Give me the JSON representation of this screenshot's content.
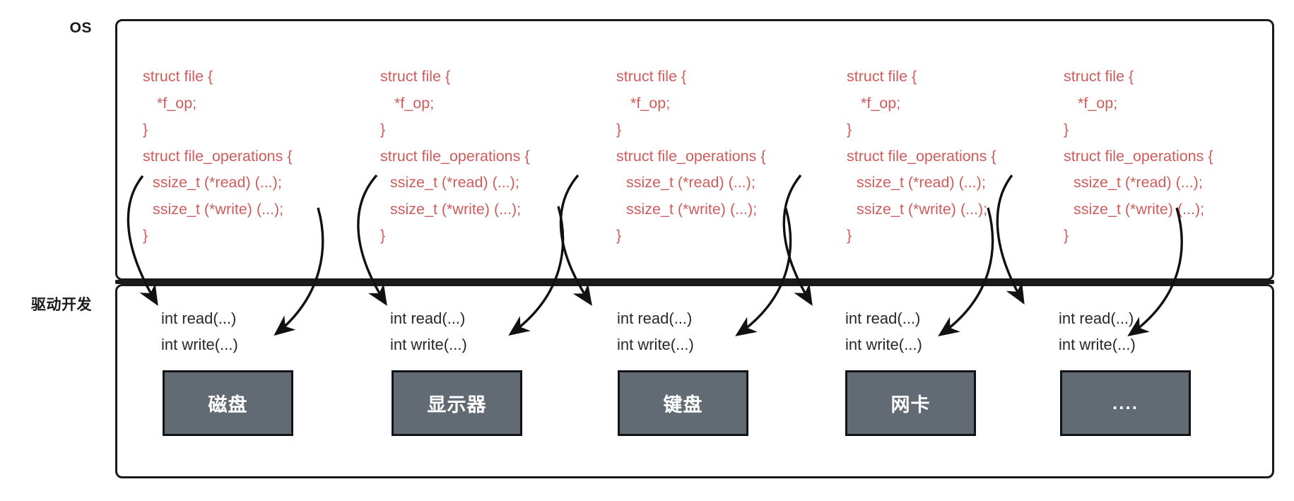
{
  "labels": {
    "os": "OS",
    "driver": "驱动开发"
  },
  "colors": {
    "code_red": "#cf5c5c",
    "device_fill": "#626a74",
    "border": "#1a1a1a",
    "driver_text": "#25282b",
    "background": "#ffffff"
  },
  "code_block": {
    "line1": "struct file {",
    "line2": "*f_op;",
    "line3": "}",
    "line4": "struct file_operations {",
    "line5": "ssize_t (*read) (...);",
    "line6": "ssize_t (*write) (...);",
    "line7": "}"
  },
  "driver_block": {
    "read": "int  read(...)",
    "write": "int  write(...)"
  },
  "columns": [
    {
      "index": 0,
      "device": "磁盘",
      "code": {
        "line1": "struct file {",
        "line2": "*f_op;",
        "line3": "}",
        "line4": "struct file_operations {",
        "line5": "ssize_t (*read) (...);",
        "line6": "ssize_t (*write) (...);",
        "line7": "}"
      },
      "driver": {
        "read": "int  read(...)",
        "write": "int  write(...)"
      }
    },
    {
      "index": 1,
      "device": "显示器",
      "code": {
        "line1": "struct file {",
        "line2": "*f_op;",
        "line3": "}",
        "line4": "struct file_operations {",
        "line5": "ssize_t (*read) (...);",
        "line6": "ssize_t (*write) (...);",
        "line7": "}"
      },
      "driver": {
        "read": "int  read(...)",
        "write": "int  write(...)"
      }
    },
    {
      "index": 2,
      "device": "键盘",
      "code": {
        "line1": "struct file {",
        "line2": "*f_op;",
        "line3": "}",
        "line4": "struct file_operations {",
        "line5": "ssize_t (*read) (...);",
        "line6": "ssize_t (*write) (...);",
        "line7": "}"
      },
      "driver": {
        "read": "int  read(...)",
        "write": "int  write(...)"
      }
    },
    {
      "index": 3,
      "device": "网卡",
      "code": {
        "line1": "struct file {",
        "line2": "*f_op;",
        "line3": "}",
        "line4": "struct file_operations {",
        "line5": "ssize_t (*read) (...);",
        "line6": "ssize_t (*write) (...);",
        "line7": "}"
      },
      "driver": {
        "read": "int  read(...)",
        "write": "int  write(...)"
      }
    },
    {
      "index": 4,
      "device": "....",
      "code": {
        "line1": "struct file {",
        "line2": "*f_op;",
        "line3": "}",
        "line4": "struct file_operations {",
        "line5": "ssize_t (*read) (...);",
        "line6": "ssize_t (*write) (...);",
        "line7": "}"
      },
      "driver": {
        "read": "int  read(...)",
        "write": "int  write(...)"
      }
    }
  ]
}
